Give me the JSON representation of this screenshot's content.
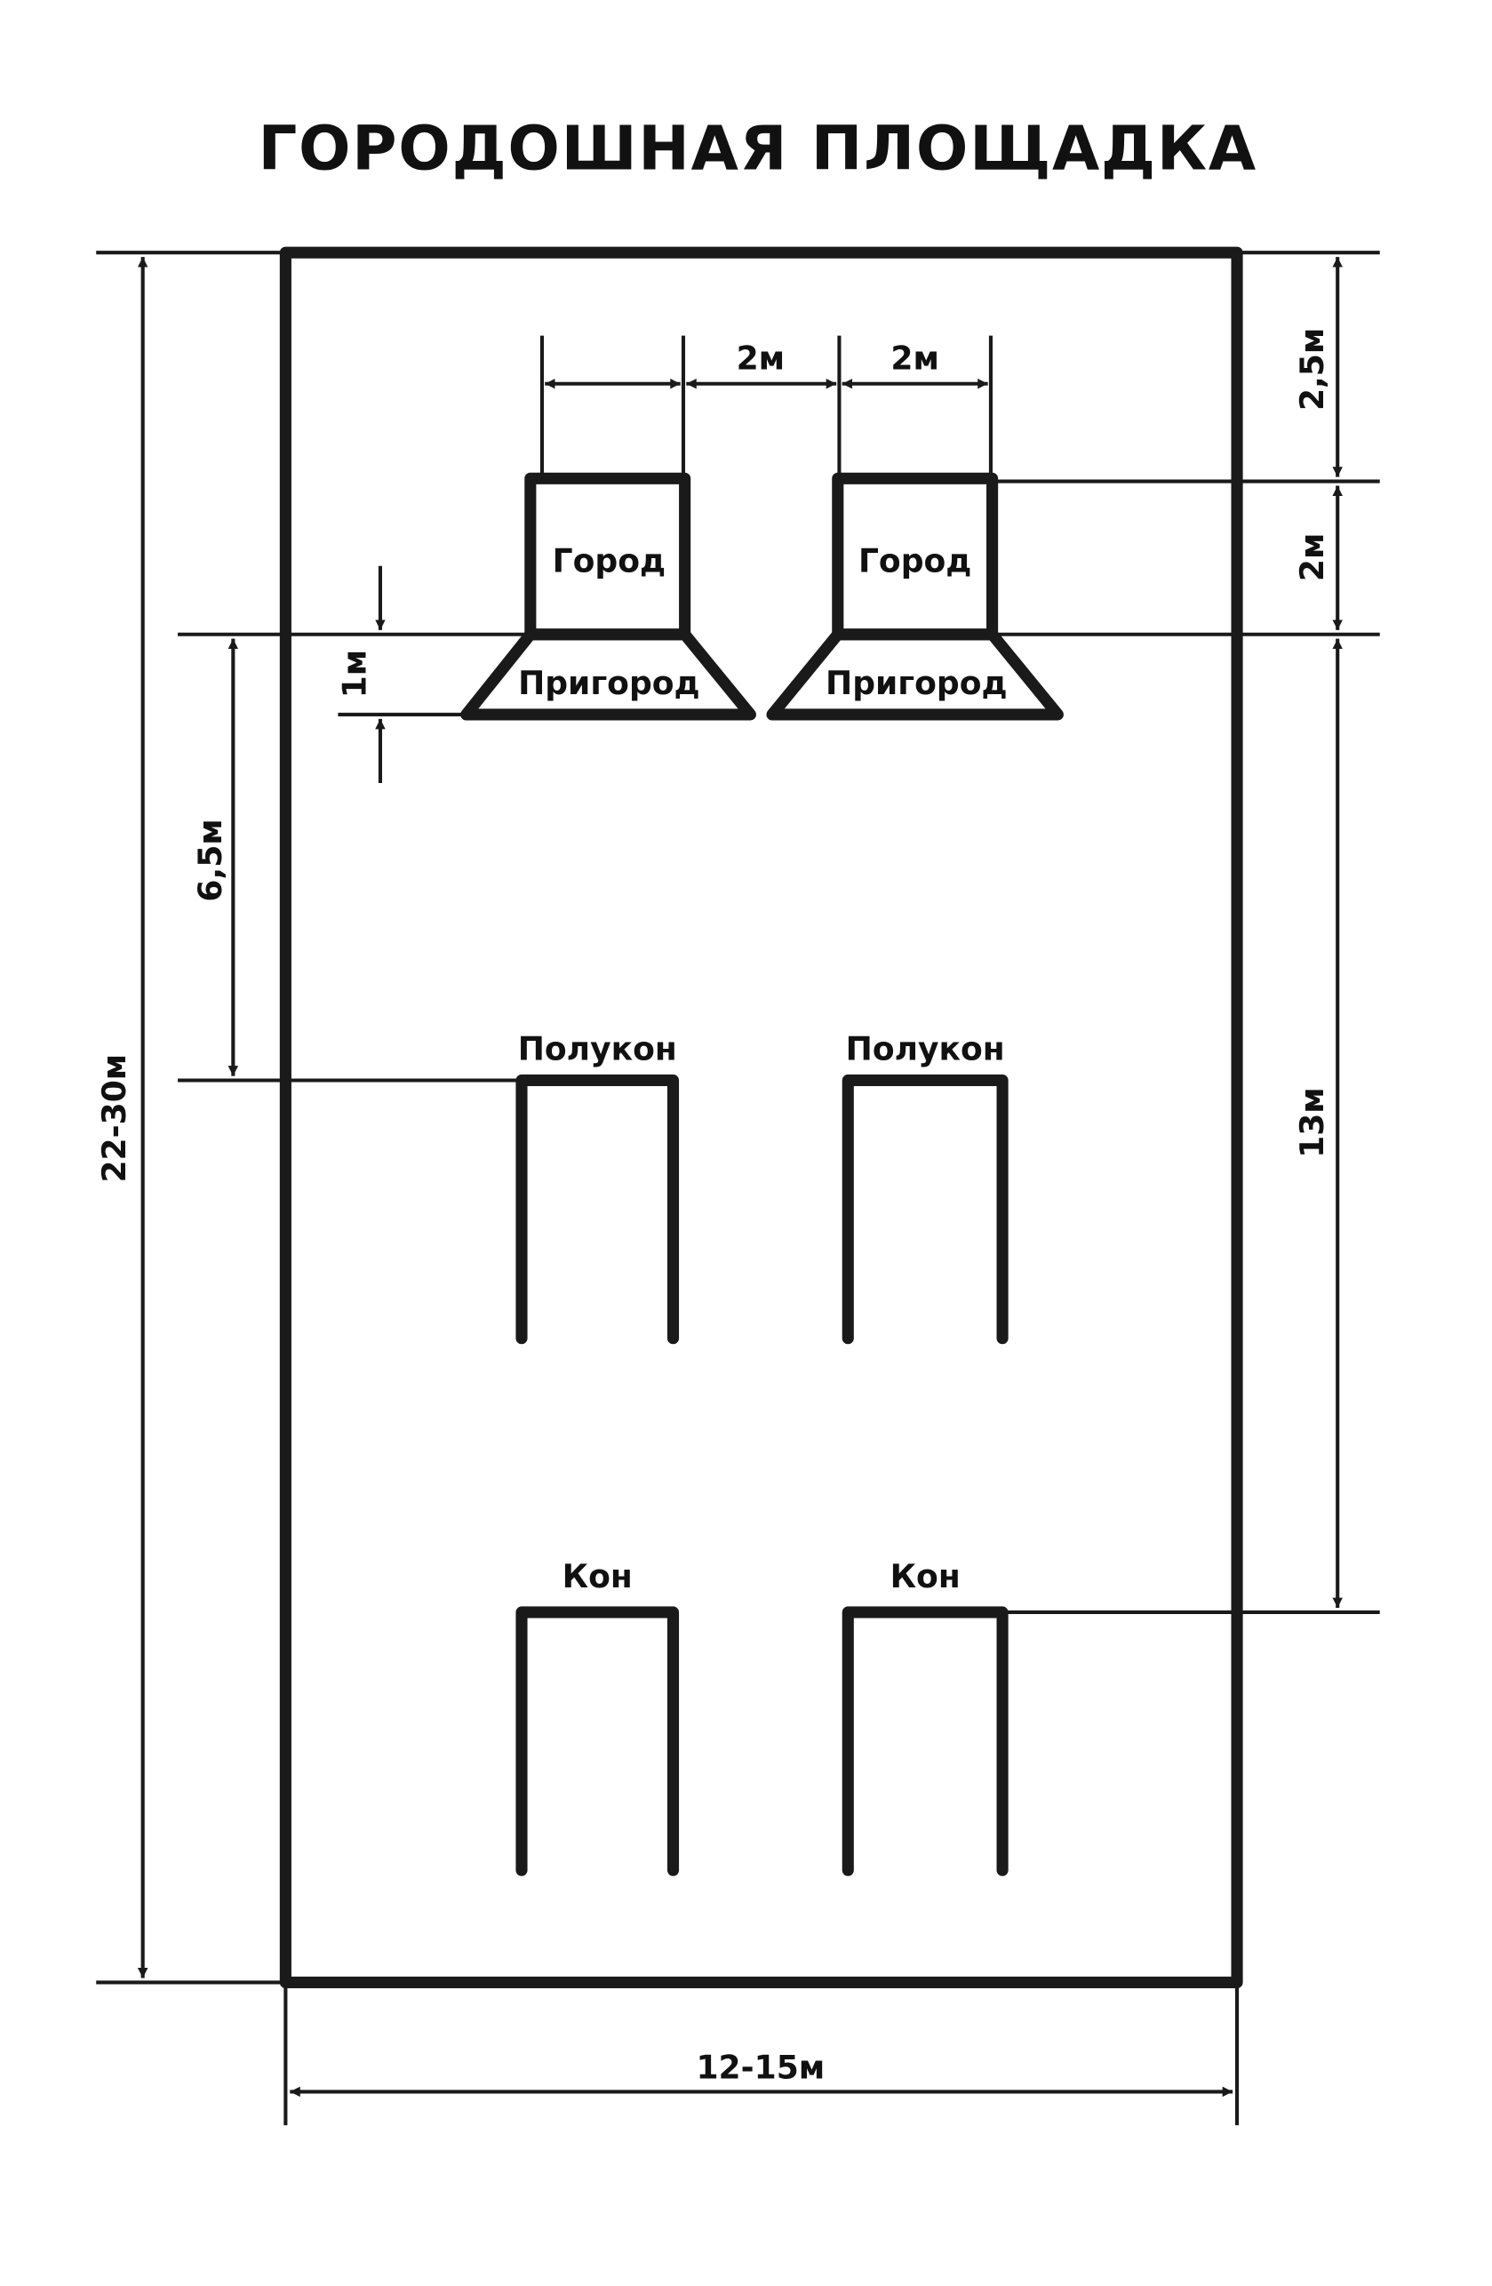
{
  "title": "ГОРОДОШНАЯ ПЛОЩАДКА",
  "labels": {
    "gorod_left": "Город",
    "gorod_right": "Город",
    "prigorod_left": "Пригород",
    "prigorod_right": "Пригород",
    "polukon_left": "Полукон",
    "polukon_right": "Полукон",
    "kon_left": "Кон",
    "kon_right": "Кон"
  },
  "dimensions": {
    "total_length": "22-30м",
    "total_width": "12-15м",
    "city_width_gap": "2м",
    "city_width": "2м",
    "top_offset": "2,5м",
    "city_depth": "2м",
    "suburb_depth": "1м",
    "half_kon_distance": "6,5м",
    "kon_distance": "13м"
  }
}
